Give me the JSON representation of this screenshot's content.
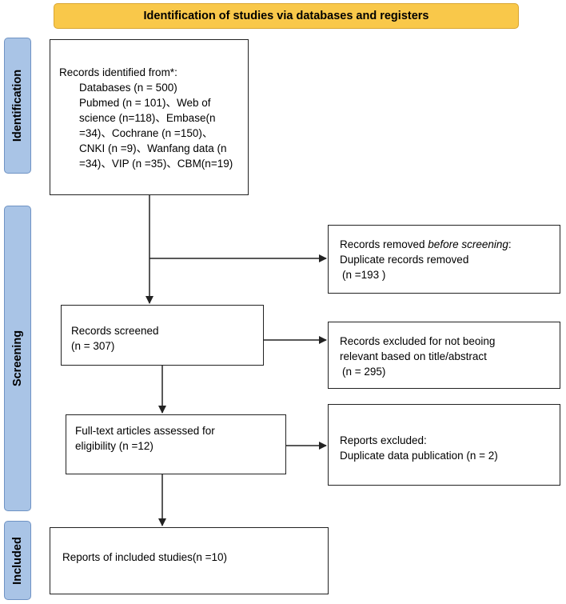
{
  "header": {
    "title": "Identification of studies via databases and registers"
  },
  "stages": {
    "identification": "Identification",
    "screening": "Screening",
    "included": "Included"
  },
  "boxes": {
    "records_identified": {
      "lines": [
        "Records identified from*:",
        "Databases (n = 500)",
        "Pubmed (n = 101)、Web of",
        "science (n=118)、Embase(n",
        "=34)、Cochrane (n =150)、",
        "CNKI (n =9)、Wanfang data (n",
        "=34)、VIP (n =35)、CBM(n=19)"
      ]
    },
    "records_removed": {
      "line1_prefix": "Records removed ",
      "line1_emphasis": "before screening",
      "line1_suffix": ":",
      "line2": "Duplicate records removed",
      "line3": "(n =193 )"
    },
    "records_screened": {
      "line1": "Records screened",
      "line2": "(n = 307)"
    },
    "records_excluded": {
      "line1": "Records excluded for not beoing",
      "line2": "relevant based on title/abstract",
      "line3": "(n = 295)"
    },
    "full_text": {
      "line1": "Full-text articles assessed for",
      "line2": "eligibility (n =12)"
    },
    "reports_excluded": {
      "line1": "Reports excluded:",
      "line2": "Duplicate data publication (n = 2)"
    },
    "included_studies": {
      "line1": "Reports of included studies(n =10)"
    }
  },
  "colors": {
    "header_fill": "#f9c84a",
    "stage_fill": "#a9c4e6",
    "box_border": "#222222"
  }
}
